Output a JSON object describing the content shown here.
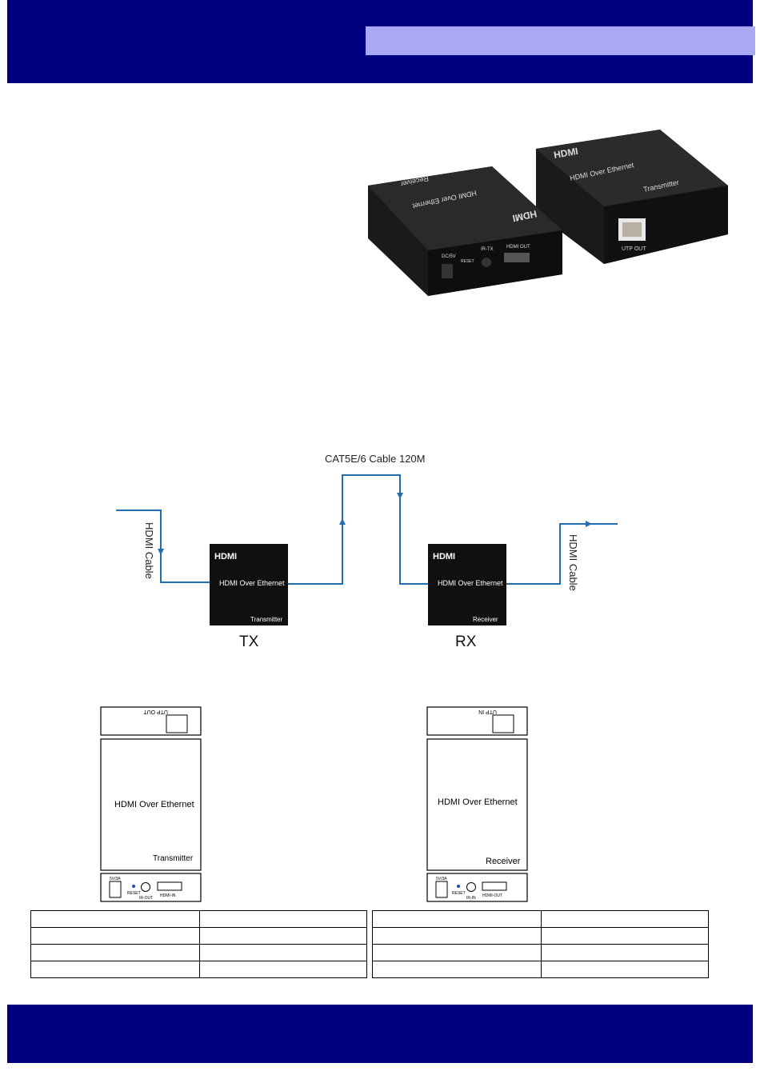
{
  "header": {
    "band_color": "#000080",
    "box_color": "#a8a8f4"
  },
  "footer": {
    "band_color": "#000080"
  },
  "product_photo": {
    "receiver_text": {
      "brand": "HDMI",
      "title": "HDMI Over Ethernet",
      "role": "Receiver",
      "ports": [
        "DC/5V",
        "RESET",
        "IR-TX",
        "HDMI OUT"
      ]
    },
    "transmitter_text": {
      "brand": "HDMI",
      "title": "HDMI Over Ethernet",
      "role": "Transmitter",
      "port": "UTP OUT"
    }
  },
  "connection_diagram": {
    "cable_label": "CAT5E/6 Cable 120M",
    "hdmi_cable_left": "HDMI Cable",
    "hdmi_cable_right": "HDMI Cable",
    "line_color": "#1f6fb2",
    "tx": {
      "brand": "HDMI",
      "title": "HDMI Over Ethernet",
      "role": "Transmitter",
      "caption": "TX"
    },
    "rx": {
      "brand": "HDMI",
      "title": "HDMI Over Ethernet",
      "role": "Receiver",
      "caption": "RX"
    }
  },
  "panels": {
    "tx": {
      "top_port": "UTP OUT",
      "title": "HDMI Over Ethernet",
      "role": "Transmitter",
      "power": "5V/3A",
      "reset": "RESET",
      "ir": "IR-OUT",
      "hdmi": "HDMI-IN"
    },
    "rx": {
      "top_port": "UTP IN",
      "title": "HDMI Over Ethernet",
      "role": "Receiver",
      "power": "5V/3A",
      "reset": "RESET",
      "ir": "IR-IN",
      "hdmi": "HDMI-OUT"
    }
  },
  "spec_tables": {
    "left": {
      "rows": 4,
      "cols": 2
    },
    "right": {
      "rows": 4,
      "cols": 2
    }
  }
}
